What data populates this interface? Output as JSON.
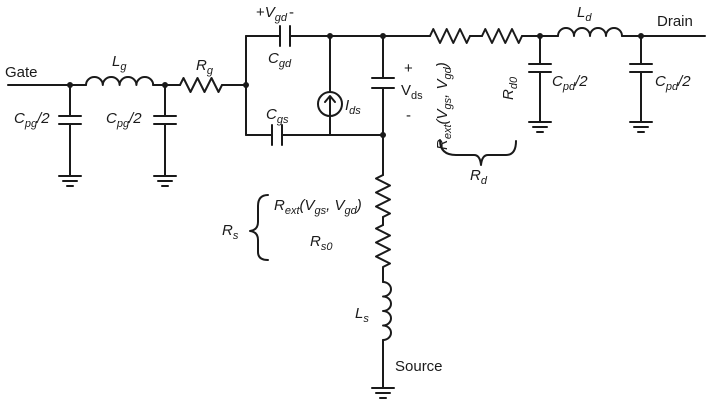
{
  "ports": {
    "gate": "Gate",
    "drain": "Drain",
    "source": "Source"
  },
  "components": {
    "Lg": {
      "base": "L",
      "sub": "g"
    },
    "Rg": {
      "base": "R",
      "sub": "g"
    },
    "Cpg_left": {
      "base": "C",
      "sub": "pg",
      "suffix": "/2"
    },
    "Cpg_right": {
      "base": "C",
      "sub": "pg",
      "suffix": "/2"
    },
    "Cgd": {
      "base": "C",
      "sub": "gd"
    },
    "Cgs": {
      "base": "C",
      "sub": "gs"
    },
    "Ids": {
      "base": "I",
      "sub": "ds"
    },
    "Vgd": {
      "prefix": "+",
      "base": "V",
      "sub": "gd",
      "suffix": "-"
    },
    "Vds": {
      "plus": "+",
      "base": "V",
      "sub": "ds",
      "minus": "-"
    },
    "Rext_d": {
      "base": "R",
      "sub": "ext",
      "args_open": "(V",
      "arg1_sub": "gs",
      "sep": ", V",
      "arg2_sub": "gd",
      "args_close": ")"
    },
    "Rd0": {
      "base": "R",
      "sub": "d0"
    },
    "Rd": {
      "base": "R",
      "sub": "d"
    },
    "Ld": {
      "base": "L",
      "sub": "d"
    },
    "Cpd_left": {
      "base": "C",
      "sub": "pd",
      "suffix": "/2"
    },
    "Cpd_right": {
      "base": "C",
      "sub": "pd",
      "suffix": "/2"
    },
    "Rext_s": {
      "base": "R",
      "sub": "ext",
      "args_open": "(V",
      "arg1_sub": "gs",
      "sep": ", V",
      "arg2_sub": "gd",
      "args_close": ")"
    },
    "Rs0": {
      "base": "R",
      "sub": "s0"
    },
    "Rs": {
      "base": "R",
      "sub": "s"
    },
    "Ls": {
      "base": "L",
      "sub": "s"
    }
  }
}
